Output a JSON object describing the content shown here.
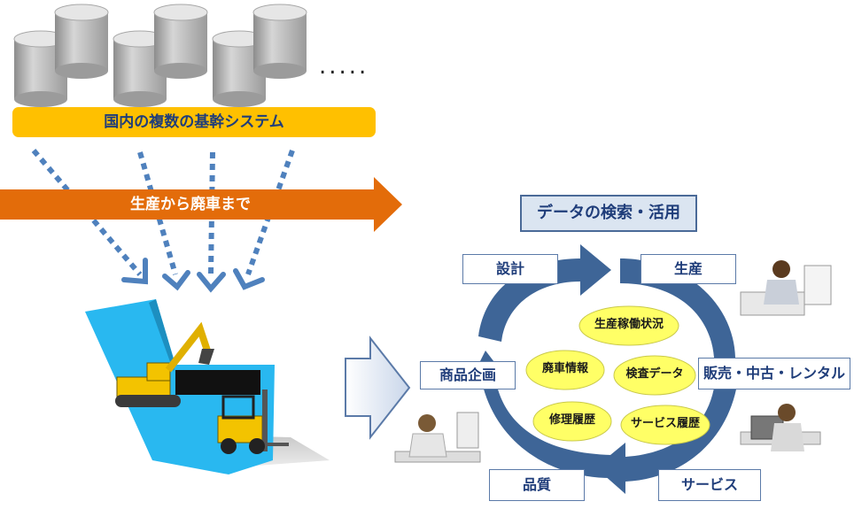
{
  "systems": {
    "banner_label": "国内の複数の基幹システム",
    "ellipsis": "....."
  },
  "lifecycle_arrow": {
    "label": "生産から廃車まで"
  },
  "data_use": {
    "title": "データの検索・活用",
    "stages": {
      "design": "設計",
      "production": "生産",
      "sales": "販売・中古・レンタル",
      "service": "サービス",
      "quality": "品質",
      "planning": "商品企画"
    },
    "data_items": {
      "operation_status": "生産稼働状況",
      "scrap_info": "廃車情報",
      "inspection_data": "検査データ",
      "repair_history": "修理履歴",
      "service_history": "サービス履歴"
    }
  },
  "colors": {
    "banner": "#ffc000",
    "lifecycle_arrow": "#e36c0a",
    "cycle_arrow": "#3e6597",
    "ellipse_fill": "#ffff66",
    "title_box_fill": "#dbe5f1",
    "text_navy": "#1f3d7a"
  }
}
